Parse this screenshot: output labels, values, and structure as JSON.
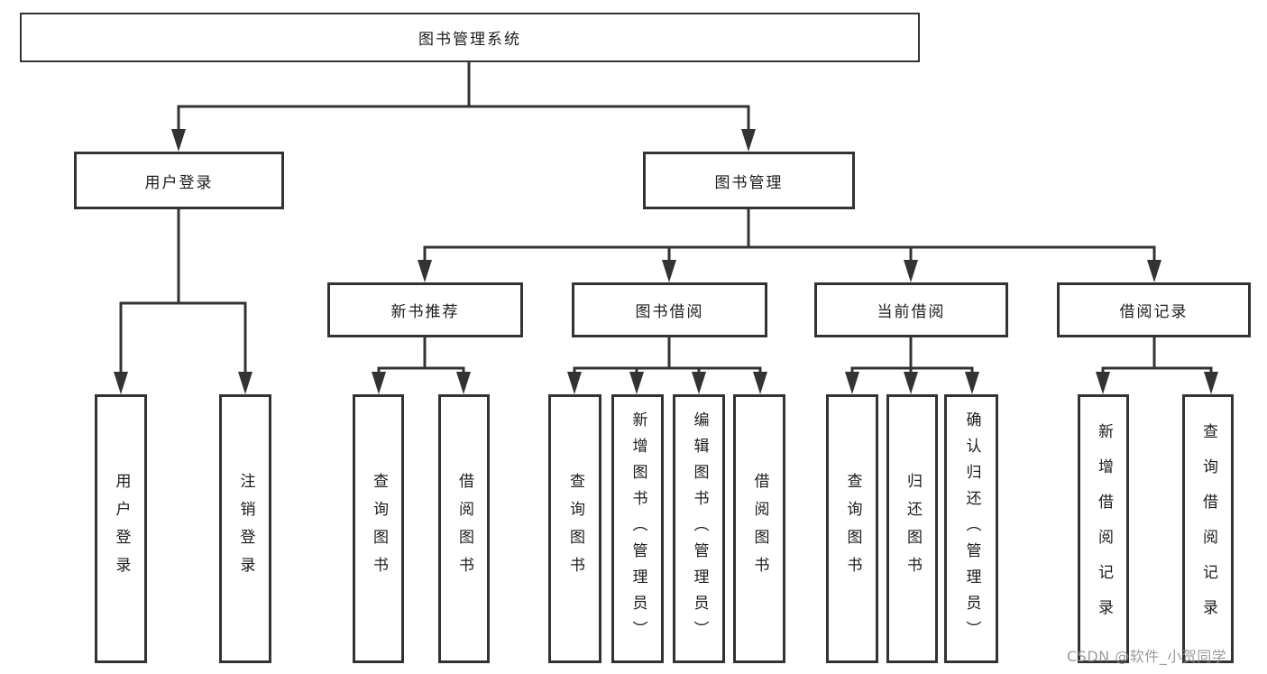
{
  "diagram": {
    "tree": {
      "root": {
        "label": "图书管理系统"
      },
      "branches": [
        {
          "label": "用户登录",
          "leaves": [
            {
              "label": "用户登录"
            },
            {
              "label": "注销登录"
            }
          ]
        },
        {
          "label": "图书管理",
          "groups": [
            {
              "label": "新书推荐",
              "leaves": [
                {
                  "label": "查询图书"
                },
                {
                  "label": "借阅图书"
                }
              ]
            },
            {
              "label": "图书借阅",
              "leaves": [
                {
                  "label": "查询图书"
                },
                {
                  "label": "新增图书（管理员）"
                },
                {
                  "label": "编辑图书（管理员）"
                },
                {
                  "label": "借阅图书"
                }
              ]
            },
            {
              "label": "当前借阅",
              "leaves": [
                {
                  "label": "查询图书"
                },
                {
                  "label": "归还图书"
                },
                {
                  "label": "确认归还（管理员）"
                }
              ]
            },
            {
              "label": "借阅记录",
              "leaves": [
                {
                  "label": "新增借阅记录"
                },
                {
                  "label": "查询借阅记录"
                }
              ]
            }
          ]
        }
      ]
    },
    "colors": {
      "line": "#333333",
      "text": "#1c1c1c",
      "background": "#ffffff",
      "watermark": "#949494"
    }
  },
  "watermark": {
    "text": "CSDN @软件_小贺同学"
  }
}
